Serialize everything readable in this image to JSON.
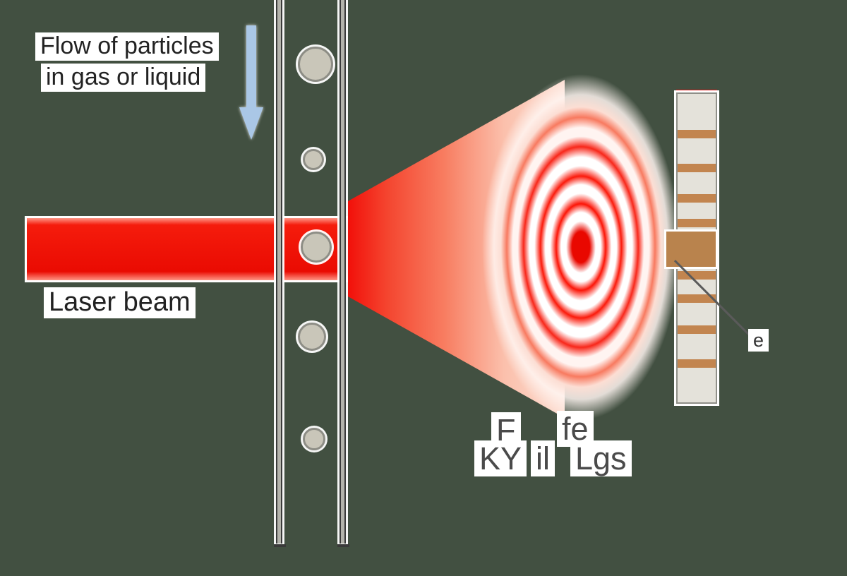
{
  "background_color": "#425041",
  "flow_label": {
    "line1": "Flow of particles",
    "line2": "in gas or liquid"
  },
  "flow_arrow": {
    "icon": "down-arrow-icon",
    "color": "#aac7e6",
    "direction": "down"
  },
  "laser": {
    "label": "Laser beam",
    "beam_color": "#ea0b02",
    "ring_color": "#fb1a0b",
    "center_spot_color": "#e90800",
    "ring_count": 4
  },
  "flow_cell": {
    "wall_color": "#b3b3ab",
    "particle_fill": "#c9c6b9",
    "particle_outline": "#8d8d85",
    "particle_count": 5
  },
  "detector": {
    "body_color": "#e4e2da",
    "segment_color": "#c2854f",
    "center_element_color": "#b9834d",
    "segment_count": 8,
    "label_fragment": "e"
  },
  "caption": {
    "line1": [
      "F",
      "fe"
    ],
    "line2": [
      "KY",
      "il",
      "Lgs"
    ]
  }
}
